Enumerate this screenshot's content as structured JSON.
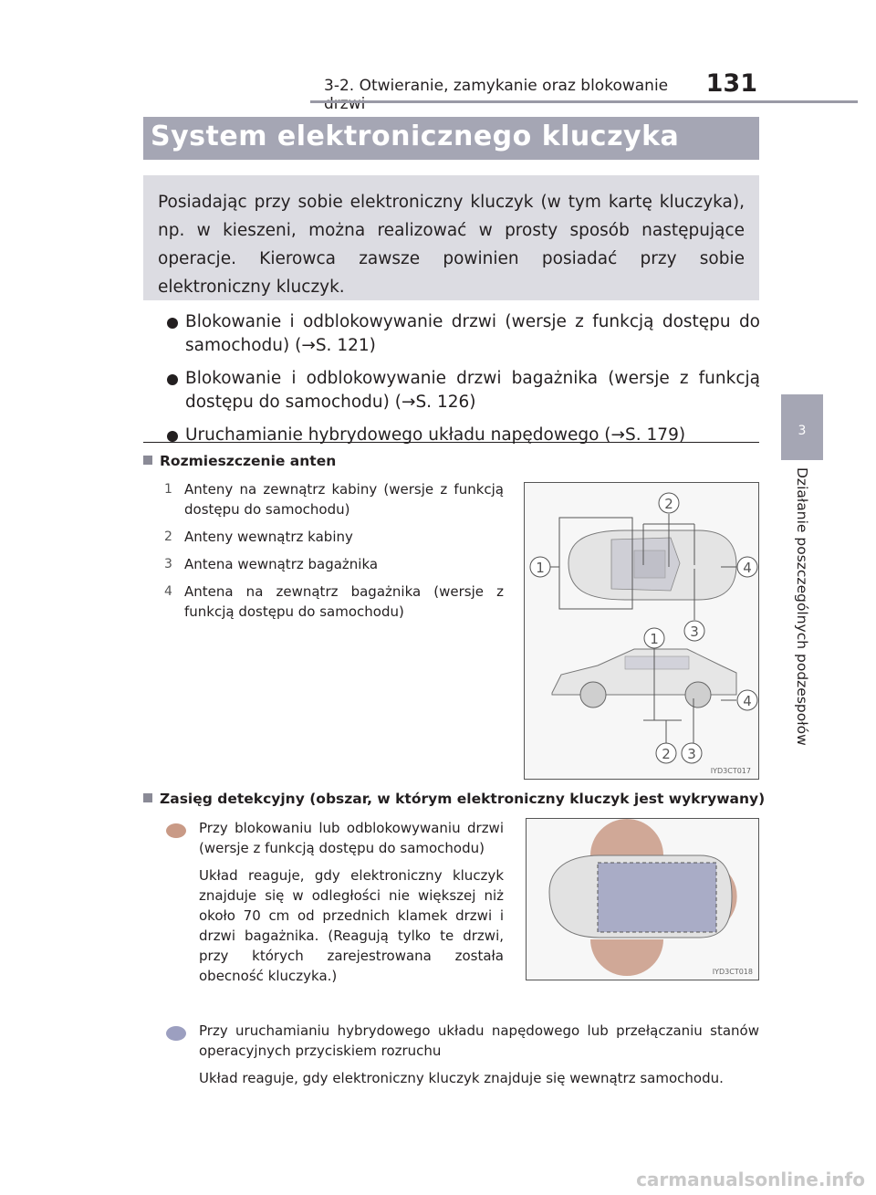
{
  "header": {
    "section": "3-2. Otwieranie, zamykanie oraz blokowanie drzwi",
    "page_number": "131"
  },
  "side": {
    "chapter_number": "3",
    "chapter_title": "Działanie poszczególnych podzespołów"
  },
  "title": "System elektronicznego kluczyka",
  "intro": "Posiadając przy sobie elektroniczny kluczyk (w tym kartę kluczyka), np. w kieszeni, można realizować w prosty sposób następujące operacje. Kierowca zawsze powinien posiadać przy sobie elektroniczny kluczyk.",
  "bullets": [
    "Blokowanie i odblokowywanie drzwi (wersje z funkcją dostępu do samochodu) (→S. 121)",
    "Blokowanie i odblokowywanie drzwi bagażnika (wersje z funkcją dostępu do samochodu) (→S. 126)",
    "Uruchamianie hybrydowego układu napędowego (→S. 179)"
  ],
  "antennas": {
    "heading": "Rozmieszczenie anten",
    "items": [
      {
        "num": "1",
        "text": "Anteny na zewnątrz kabiny (wersje z funkcją dostępu do samochodu)"
      },
      {
        "num": "2",
        "text": "Anteny wewnątrz kabiny"
      },
      {
        "num": "3",
        "text": "Antena wewnątrz bagażnika"
      },
      {
        "num": "4",
        "text": "Antena na zewnątrz bagażnika (wersje z funkcją dostępu do samochodu)"
      }
    ],
    "figure_code": "IYD3CT017"
  },
  "range": {
    "heading": "Zasięg detekcyjny (obszar, w którym elektroniczny kluczyk jest wykrywany)",
    "zone1_title": "Przy blokowaniu lub odblokowywaniu drzwi (wersje z funkcją dostępu do samochodu)",
    "zone1_text": "Układ reaguje, gdy elektroniczny kluczyk znajduje się w odległości nie większej niż około 70 cm od przednich klamek drzwi i drzwi bagażnika. (Reagują tylko te drzwi, przy których zarejestrowana została obecność kluczyka.)",
    "zone2_title": "Przy uruchamianiu hybrydowego układu napędowego lub przełączaniu stanów operacyjnych przyciskiem rozruchu",
    "zone2_text": "Układ reaguje, gdy elektroniczny kluczyk znajduje się wewnątrz samochodu.",
    "figure_code": "IYD3CT018",
    "zone1_color": "#c99a86",
    "zone2_color": "#9c9fc0"
  },
  "watermark": "carmanualsonline.info"
}
